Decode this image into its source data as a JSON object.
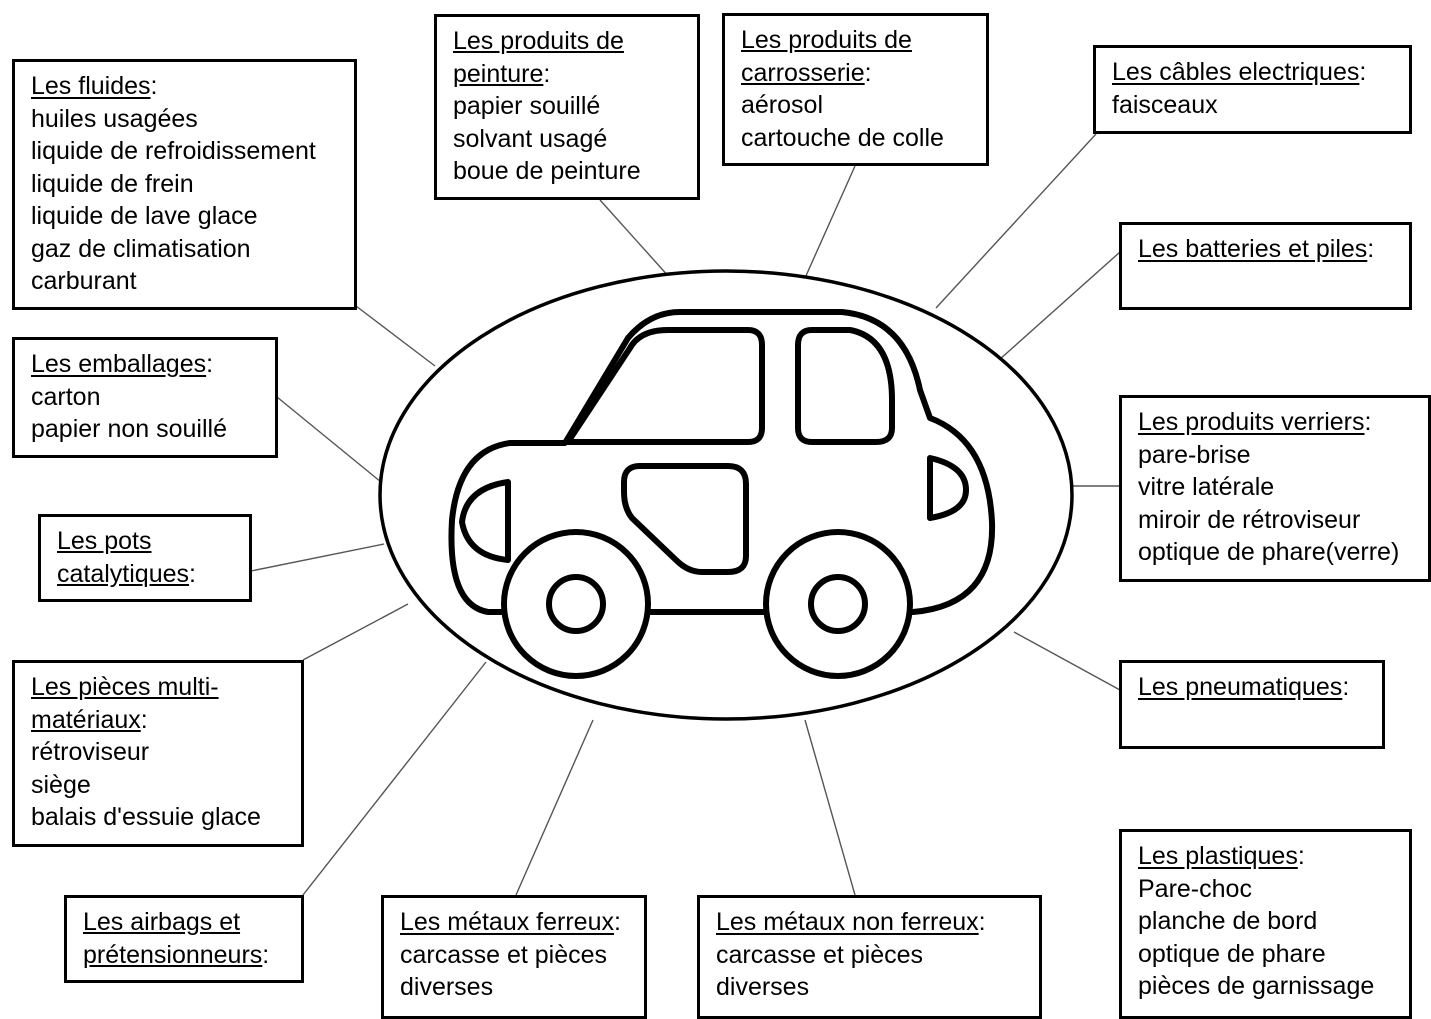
{
  "boxes": {
    "fluides": {
      "title": "Les fluides",
      "items": [
        "huiles usagées",
        "liquide de refroidissement",
        "liquide de frein",
        "liquide de lave glace",
        "gaz de climatisation",
        "carburant"
      ]
    },
    "peinture": {
      "title_lines": [
        "Les produits de",
        "peinture"
      ],
      "items": [
        "papier souillé",
        "solvant usagé",
        "boue de peinture"
      ]
    },
    "carrosserie": {
      "title_lines": [
        "Les produits de",
        "carrosserie"
      ],
      "items": [
        "aérosol",
        "cartouche de colle"
      ]
    },
    "cables": {
      "title": "Les câbles electriques",
      "items": [
        "faisceaux"
      ]
    },
    "batteries": {
      "title": "Les batteries et piles",
      "items": []
    },
    "emballages": {
      "title": "Les emballages",
      "items": [
        "carton",
        "papier non souillé"
      ]
    },
    "pots": {
      "title_lines": [
        "Les pots",
        "catalytiques"
      ],
      "items": []
    },
    "verriers": {
      "title": "Les produits verriers",
      "items": [
        "pare-brise",
        "vitre latérale",
        "miroir de rétroviseur",
        "optique de phare(verre)"
      ]
    },
    "multi": {
      "title_lines": [
        "Les pièces multi-",
        "matériaux"
      ],
      "items": [
        "rétroviseur",
        "siège",
        "balais d'essuie glace"
      ]
    },
    "pneumatiques": {
      "title": "Les pneumatiques",
      "items": []
    },
    "airbags": {
      "title_lines": [
        "Les airbags et",
        "prétensionneurs"
      ],
      "items": []
    },
    "ferreux": {
      "title": "Les métaux ferreux",
      "items": [
        "carcasse et pièces",
        "diverses"
      ]
    },
    "nonferreux": {
      "title": "Les métaux  non ferreux",
      "items": [
        "carcasse et pièces",
        "diverses"
      ]
    },
    "plastiques": {
      "title": "Les plastiques",
      "items": [
        "Pare-choc",
        "planche de bord",
        "optique de phare",
        "pièces de garnissage"
      ]
    }
  },
  "colors": {
    "stroke": "#000000",
    "connector": "#555555",
    "background": "#ffffff"
  }
}
